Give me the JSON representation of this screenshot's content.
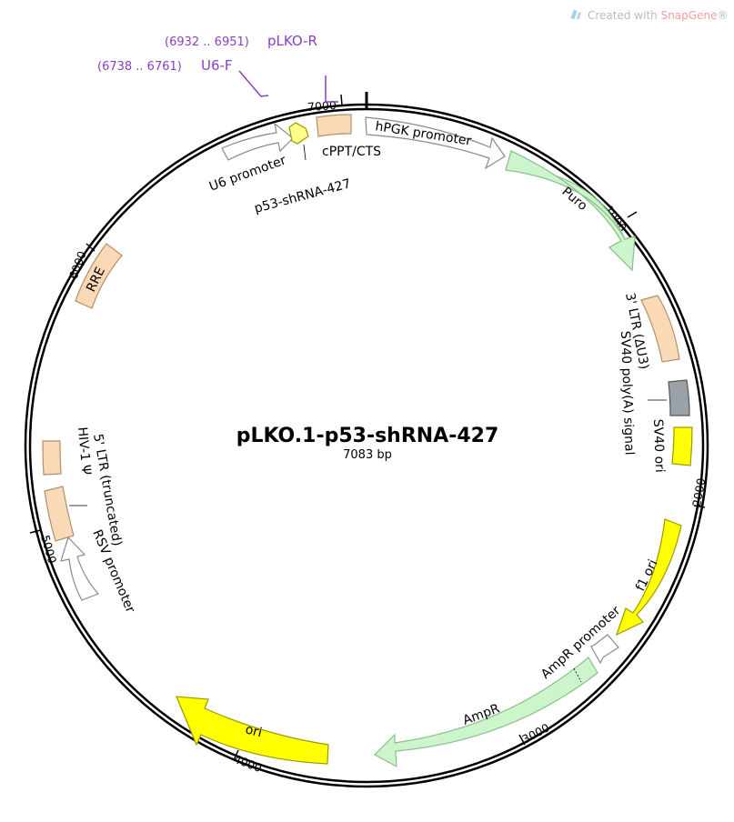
{
  "title": "pLKO.1-p53-shRNA-427",
  "size_label": "7083 bp",
  "total_bp": 7083,
  "watermark": {
    "prefix": "Created with ",
    "brand": "SnapGene",
    "suffix": "®"
  },
  "ticks": [
    "7000",
    "1000",
    "2000",
    "3000",
    "4000",
    "5000",
    "6000"
  ],
  "primers": [
    {
      "range": "(6932 .. 6951)",
      "name": "pLKO-R"
    },
    {
      "range": "(6738 .. 6761)",
      "name": "U6-F"
    }
  ],
  "features": {
    "hpgk": "hPGK promoter",
    "puro": "Puro",
    "ltr3": "3' LTR (ΔU3)",
    "sv40pa": "SV40 poly(A) signal",
    "sv40ori": "SV40 ori",
    "f1ori": "f1 ori",
    "ampr_prom": "AmpR promoter",
    "ampr": "AmpR",
    "ori": "ori",
    "rsv": "RSV promoter",
    "ltr5": "5' LTR (truncated)",
    "hiv": "HIV-1 Ψ",
    "rre": "RRE",
    "u6": "U6 promoter",
    "shrna": "p53-shRNA-427",
    "cppt": "cPPT/CTS"
  },
  "colors": {
    "promoter": "#ffffff",
    "resistance": "#ccf5cc",
    "misc": "#fad9b7",
    "origin": "#ffff00",
    "polyA": "#9aa1a8",
    "shrna": "#ffff88",
    "primer": "#8b3fc4"
  }
}
